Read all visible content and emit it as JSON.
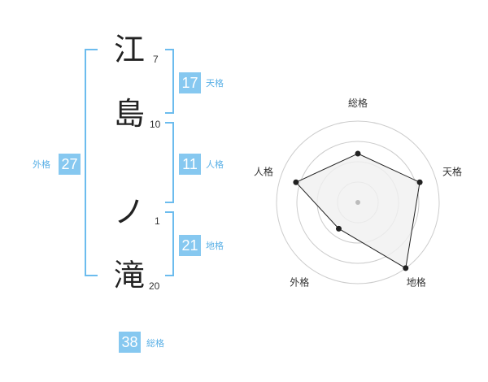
{
  "name": {
    "chars": [
      {
        "char": "江",
        "strokes": "7"
      },
      {
        "char": "島",
        "strokes": "10"
      },
      {
        "char": "ノ",
        "strokes": "1"
      },
      {
        "char": "滝",
        "strokes": "20"
      }
    ]
  },
  "kakusu": {
    "tenkaku": {
      "value": "17",
      "label": "天格"
    },
    "jinkaku": {
      "value": "11",
      "label": "人格"
    },
    "chikaku": {
      "value": "21",
      "label": "地格"
    },
    "gaikaku": {
      "value": "27",
      "label": "外格"
    },
    "soukaku": {
      "value": "38",
      "label": "総格"
    }
  },
  "chart_data": {
    "type": "radar",
    "axes": [
      "総格",
      "天格",
      "地格",
      "外格",
      "人格"
    ],
    "values": [
      3,
      4,
      5,
      2,
      4
    ],
    "max": 5,
    "rings": 4,
    "colors": {
      "fill": "#f0f0f0",
      "line": "#222222",
      "point": "#222222",
      "ring": "#cccccc",
      "center": "#bbbbbb"
    }
  }
}
